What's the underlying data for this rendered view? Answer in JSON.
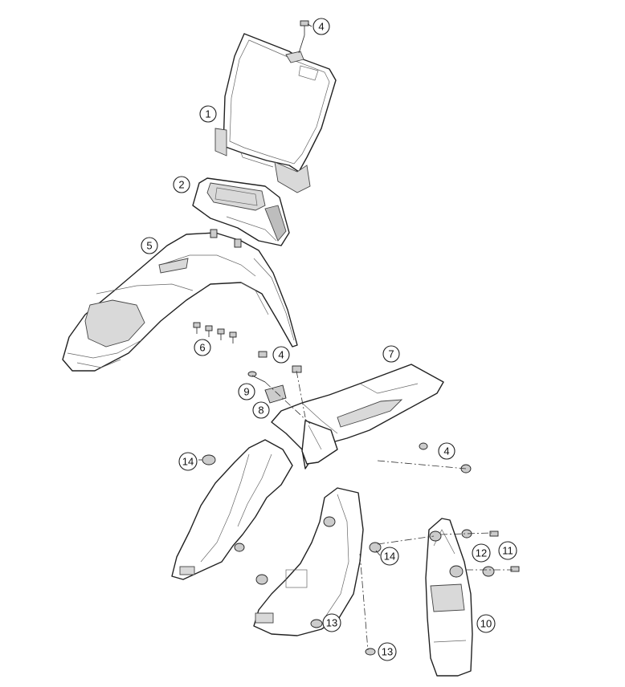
{
  "callouts": [
    {
      "id": "c4-top",
      "label": "4"
    },
    {
      "id": "c1",
      "label": "1"
    },
    {
      "id": "c2",
      "label": "2"
    },
    {
      "id": "c5",
      "label": "5"
    },
    {
      "id": "c6",
      "label": "6"
    },
    {
      "id": "c4-mid",
      "label": "4"
    },
    {
      "id": "c7",
      "label": "7"
    },
    {
      "id": "c9",
      "label": "9"
    },
    {
      "id": "c8",
      "label": "8"
    },
    {
      "id": "c4-right",
      "label": "4"
    },
    {
      "id": "c14-left",
      "label": "14"
    },
    {
      "id": "c14-right",
      "label": "14"
    },
    {
      "id": "c12",
      "label": "12"
    },
    {
      "id": "c11",
      "label": "11"
    },
    {
      "id": "c10",
      "label": "10"
    },
    {
      "id": "c13-mid",
      "label": "13"
    },
    {
      "id": "c13-bottom",
      "label": "13"
    }
  ]
}
